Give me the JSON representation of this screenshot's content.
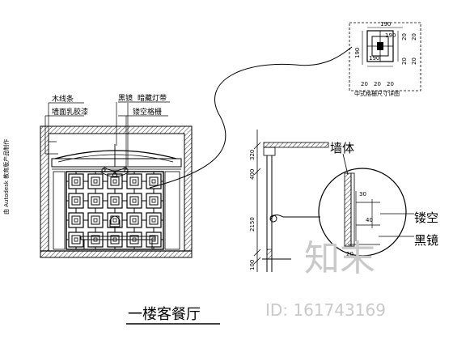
{
  "drawing": {
    "title": "一楼客餐厅",
    "vertical_note": "由 Autodesk 教育版产品制作",
    "detail": {
      "caption": "中式格栅尺寸详图",
      "dims_top": [
        "190",
        "190"
      ],
      "dims_left": [
        "190",
        "190"
      ],
      "dims_right": [
        "20",
        "20",
        "20",
        "20"
      ],
      "dims_bottom": [
        "20",
        "20",
        "20"
      ]
    },
    "elevation_labels": [
      "木线条",
      "墙面乳胶漆",
      "黑镜",
      "暗藏灯带",
      "镂空格栅"
    ],
    "section": {
      "dims": [
        "320",
        "400",
        "2150",
        "100"
      ],
      "zoom_title": "墙体",
      "zoom_dims": [
        "30",
        "40",
        "20"
      ],
      "zoom_labels": [
        "镂空",
        "黑镜"
      ]
    },
    "watermark": {
      "brand": "知末",
      "id": "ID: 161743169"
    }
  }
}
